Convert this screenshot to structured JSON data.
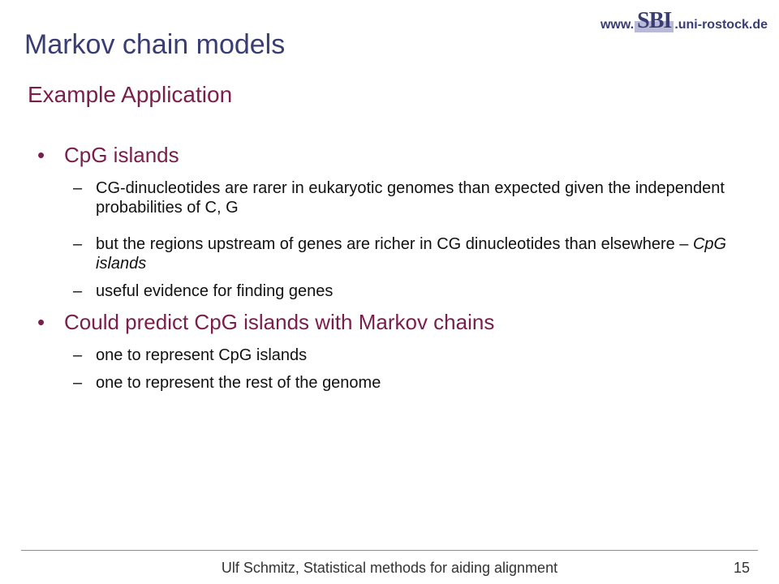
{
  "header": {
    "title": "Markov chain models",
    "subtitle": "Example Application",
    "logo": {
      "prefix": "www.",
      "mark": "SBI",
      "suffix": ".uni-rostock.de"
    }
  },
  "bullets": [
    {
      "text": "CpG islands",
      "subs": [
        {
          "text_before": "CG-dinucleotides are rarer in eukaryotic genomes than expected given the independent probabilities of C, G",
          "italic": ""
        },
        {
          "text_before": "but the regions upstream of genes are richer in CG dinucleotides than elsewhere – ",
          "italic": "CpG islands"
        },
        {
          "text_before": "useful evidence for finding genes",
          "italic": ""
        }
      ]
    },
    {
      "text": "Could predict CpG islands with Markov chains",
      "subs": [
        {
          "text_before": "one to represent CpG islands",
          "italic": ""
        },
        {
          "text_before": "one to represent the rest of the genome",
          "italic": ""
        }
      ]
    }
  ],
  "footer": {
    "text": "Ulf Schmitz, Statistical methods for aiding alignment",
    "page": "15"
  },
  "symbols": {
    "bullet": "•",
    "dash": "–"
  },
  "colors": {
    "title": "#3a3d72",
    "accent": "#7a1e4c",
    "body": "#111111",
    "logo_box": "#b9b9d8"
  }
}
